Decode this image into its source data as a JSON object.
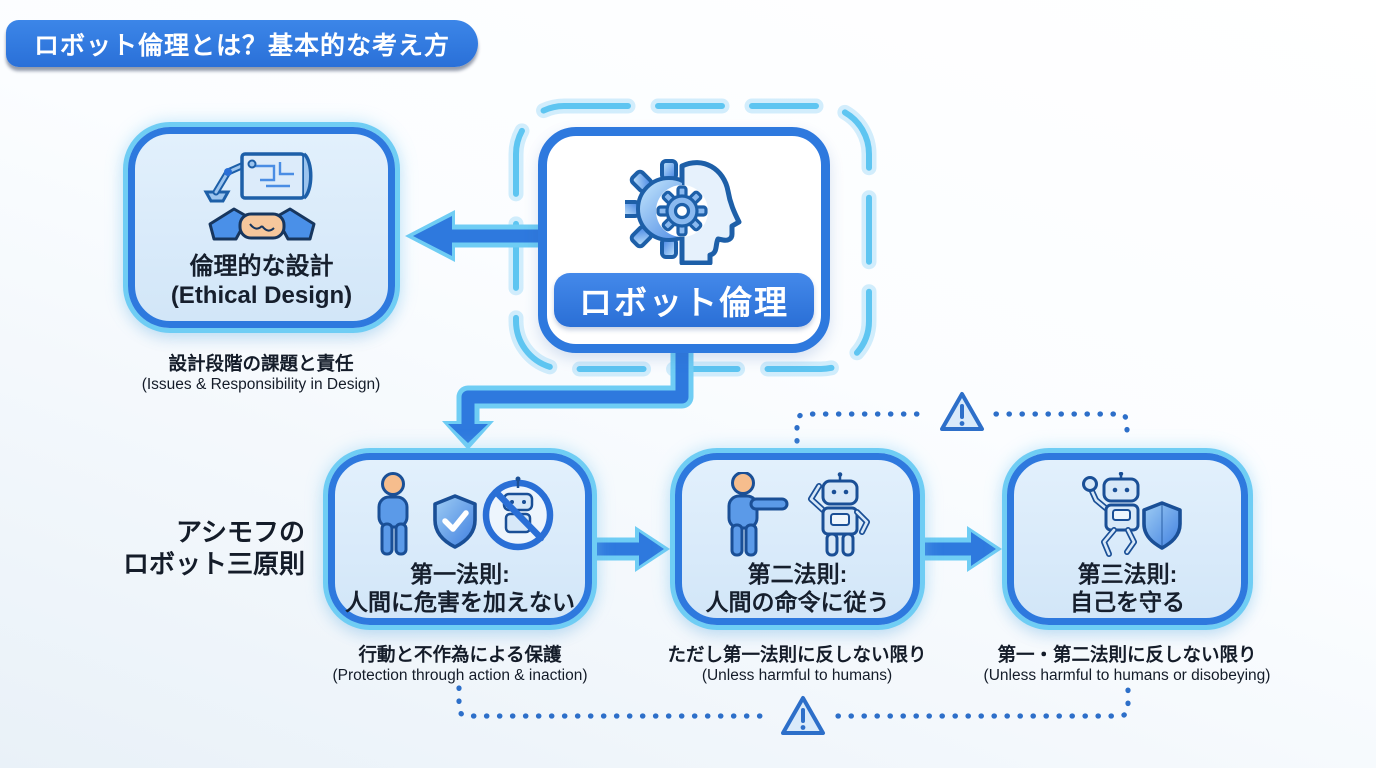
{
  "banner": {
    "title": "ロボット倫理とは？基本的な考え方"
  },
  "central": {
    "label": "ロボット倫理",
    "icon": "gear-head-icon"
  },
  "ethical_design": {
    "title_jp": "倫理的な設計",
    "title_en": "(Ethical Design)",
    "caption_jp": "設計段階の課題と責任",
    "caption_en": "(Issues & Responsibility in Design)",
    "icon": "blueprint-handshake-icon"
  },
  "asimov_label": {
    "line1": "アシモフの",
    "line2": "ロボット三原則"
  },
  "laws": [
    {
      "title": "第一法則:",
      "rule": "人間に危害を加えない",
      "caption_jp": "行動と不作為による保護",
      "caption_en": "(Protection through action & inaction)",
      "icon": "person-shield-banned-robot-icon"
    },
    {
      "title": "第二法則:",
      "rule": "人間の命令に従う",
      "caption_jp": "ただし第一法則に反しない限り",
      "caption_en": "(Unless harmful to humans)",
      "icon": "person-commanding-robot-icon"
    },
    {
      "title": "第三法則:",
      "rule": "自己を守る",
      "caption_jp": "第一・第二法則に反しない限り",
      "caption_en": "(Unless harmful to humans or disobeying)",
      "icon": "robot-with-shield-icon"
    }
  ],
  "colors": {
    "primary_blue": "#2e79de",
    "accent_cyan": "#6fcdf4",
    "dot_blue": "#2d6fc9",
    "box_fill": "#d9eafa",
    "text_dark": "#141c29"
  }
}
